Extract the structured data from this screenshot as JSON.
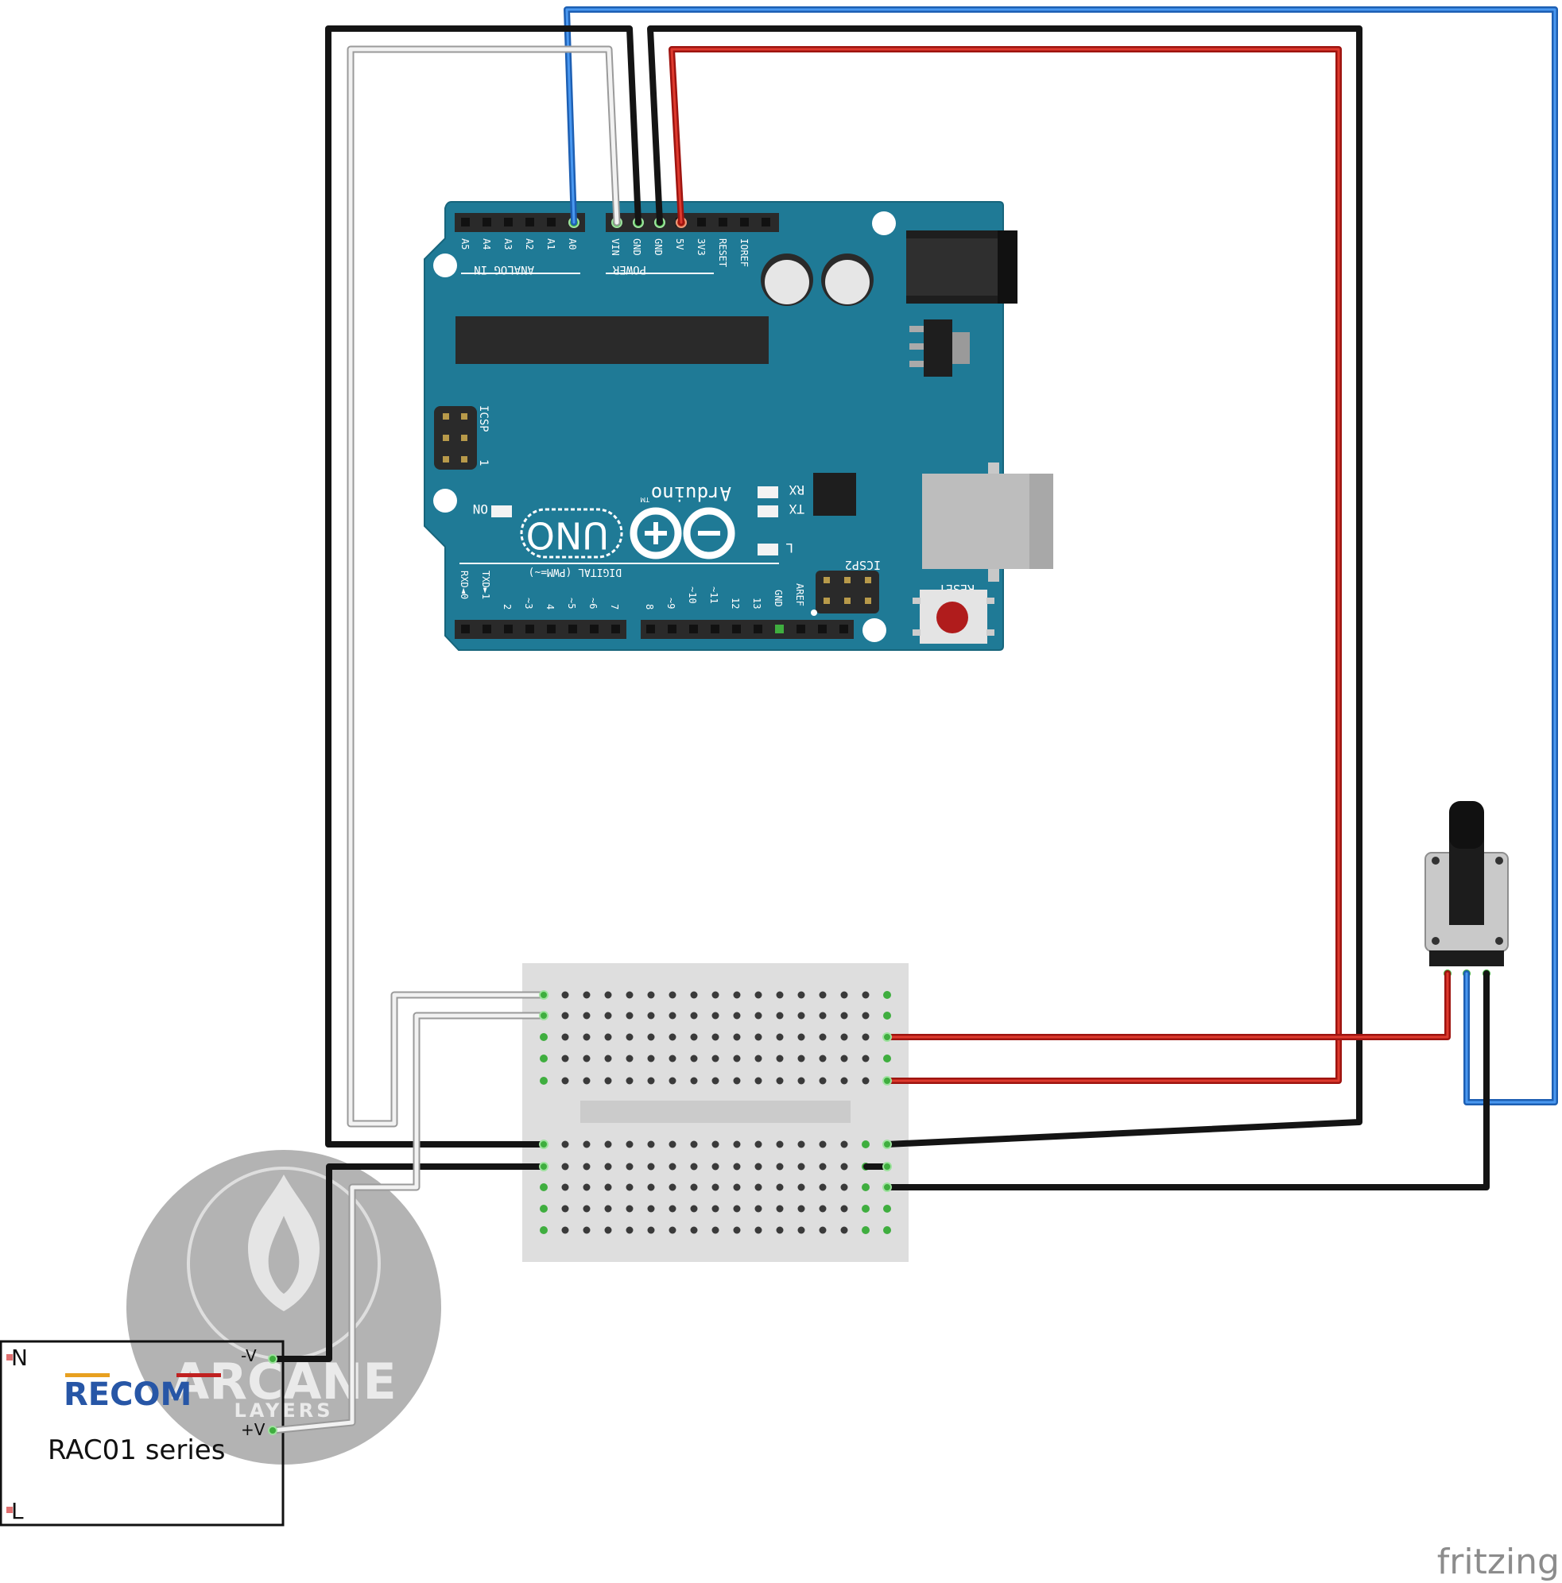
{
  "arduino": {
    "brand": "Arduino",
    "tm": "TM",
    "model": "UNO",
    "analog_header_label": "ANALOG IN",
    "power_header_label": "POWER",
    "digital_header_label": "DIGITAL (PWM=~)",
    "icsp_label": "ICSP",
    "icsp_pin1": "1",
    "icsp2_label": "ICSP2",
    "reset_label": "RESET",
    "on_label": "ON",
    "rx_label": "RX",
    "tx_label": "TX",
    "l_label": "L",
    "analog_pins": [
      "A5",
      "A4",
      "A3",
      "A2",
      "A1",
      "A0"
    ],
    "power_pins": [
      "VIN",
      "GND",
      "GND",
      "5V",
      "3V3",
      "RESET",
      "IOREF"
    ],
    "digital_pins_low": [
      "RXD◄0",
      "TXD►1",
      "2",
      "~3",
      "4",
      "~5",
      "~6",
      "7"
    ],
    "digital_pins_high": [
      "8",
      "~9",
      "~10",
      "~11",
      "12",
      "13",
      "GND",
      "AREF"
    ]
  },
  "power_supply": {
    "brand": "RECOM",
    "series": "RAC01 series",
    "pin_n": "N",
    "pin_l": "L",
    "pin_vneg": "-V",
    "pin_vpos": "+V"
  },
  "watermark": {
    "line1": "ARCANE",
    "line2": "LAYERS"
  },
  "footer": {
    "credit": "fritzing"
  },
  "colors": {
    "board": "#1f7a96",
    "wire_black": "#222222",
    "wire_red": "#c01c14",
    "wire_blue": "#2e78d2",
    "wire_white": "#e4e4e4",
    "breadboard": "#dedede",
    "hole_active": "#3fae3f"
  }
}
